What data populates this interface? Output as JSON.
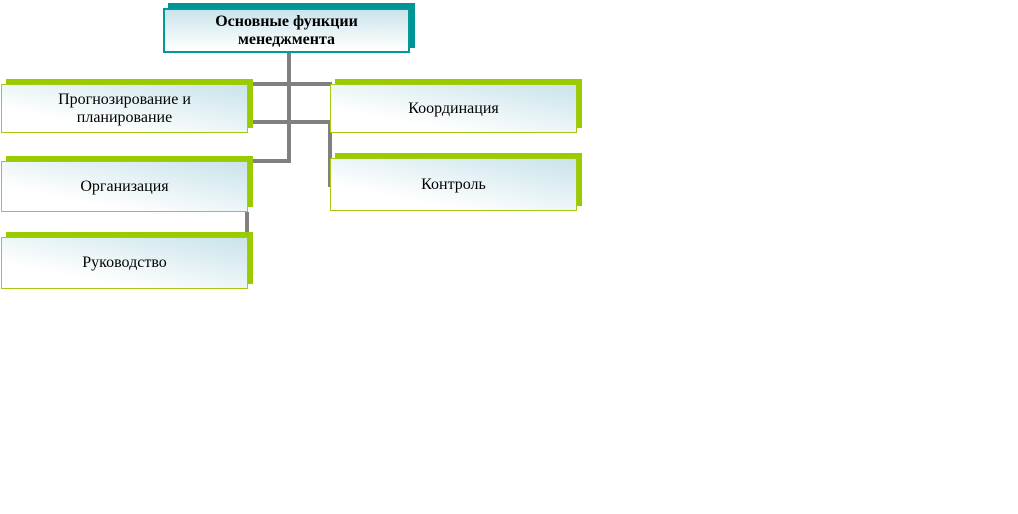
{
  "diagram": {
    "title": {
      "label": "Основные функции менеджмента"
    },
    "nodes": [
      {
        "key": "forecasting-planning",
        "label": "Прогнозирование и\nпланирование"
      },
      {
        "key": "organization",
        "label": "Организация"
      },
      {
        "key": "leadership",
        "label": "Руководство"
      },
      {
        "key": "coordination",
        "label": "Координация"
      },
      {
        "key": "control",
        "label": "Контроль"
      }
    ]
  },
  "colors": {
    "title_border": "#00999e",
    "title_shadow": "#009494",
    "node_border": "#a6ca12",
    "node_shadow": "#9aca00",
    "connector": "#808080",
    "fill_strong": "#c9e3ea",
    "fill_weak": "#ffffff",
    "text": "#000000"
  }
}
